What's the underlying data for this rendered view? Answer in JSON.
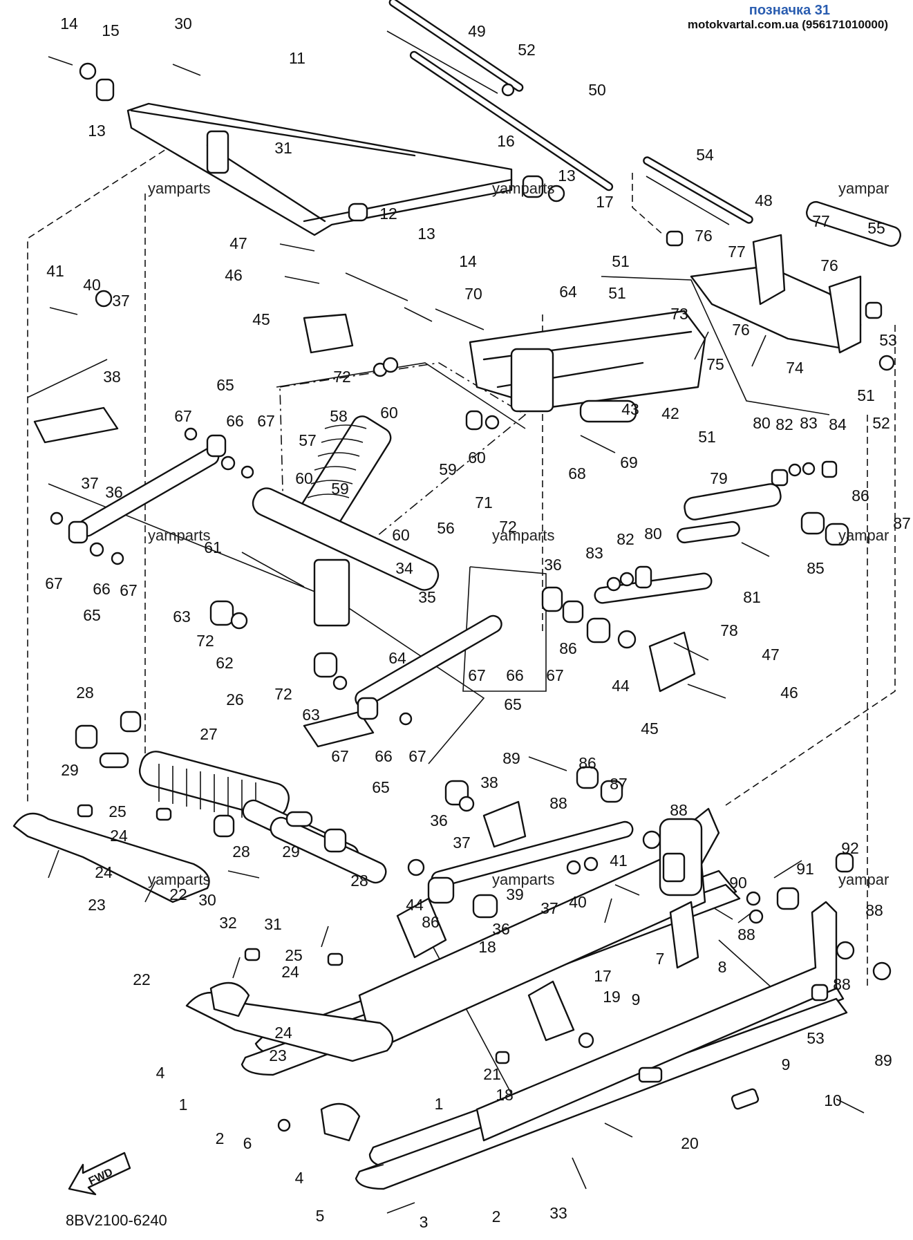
{
  "header": {
    "title": "позначка 31",
    "source": "motokvartal.com.ua (956171010000)"
  },
  "watermark": "yamparts",
  "watermark_cut": "yampar",
  "diagram_code": "8BV2100-6240",
  "fwd_label": "FWD",
  "part_numbers": [
    "1",
    "2",
    "3",
    "4",
    "5",
    "6",
    "7",
    "8",
    "9",
    "10",
    "11",
    "12",
    "13",
    "14",
    "15",
    "16",
    "17",
    "18",
    "19",
    "20",
    "21",
    "22",
    "23",
    "24",
    "25",
    "26",
    "27",
    "28",
    "29",
    "30",
    "31",
    "32",
    "33",
    "34",
    "35",
    "36",
    "37",
    "38",
    "39",
    "40",
    "41",
    "42",
    "43",
    "44",
    "45",
    "46",
    "47",
    "48",
    "49",
    "50",
    "51",
    "52",
    "53",
    "54",
    "55",
    "56",
    "57",
    "58",
    "59",
    "60",
    "61",
    "62",
    "63",
    "64",
    "65",
    "66",
    "67",
    "68",
    "69",
    "70",
    "71",
    "72",
    "73",
    "74",
    "75",
    "76",
    "77",
    "78",
    "79",
    "80",
    "81",
    "82",
    "83",
    "84",
    "85",
    "86",
    "87",
    "88",
    "89",
    "90",
    "91",
    "92"
  ]
}
